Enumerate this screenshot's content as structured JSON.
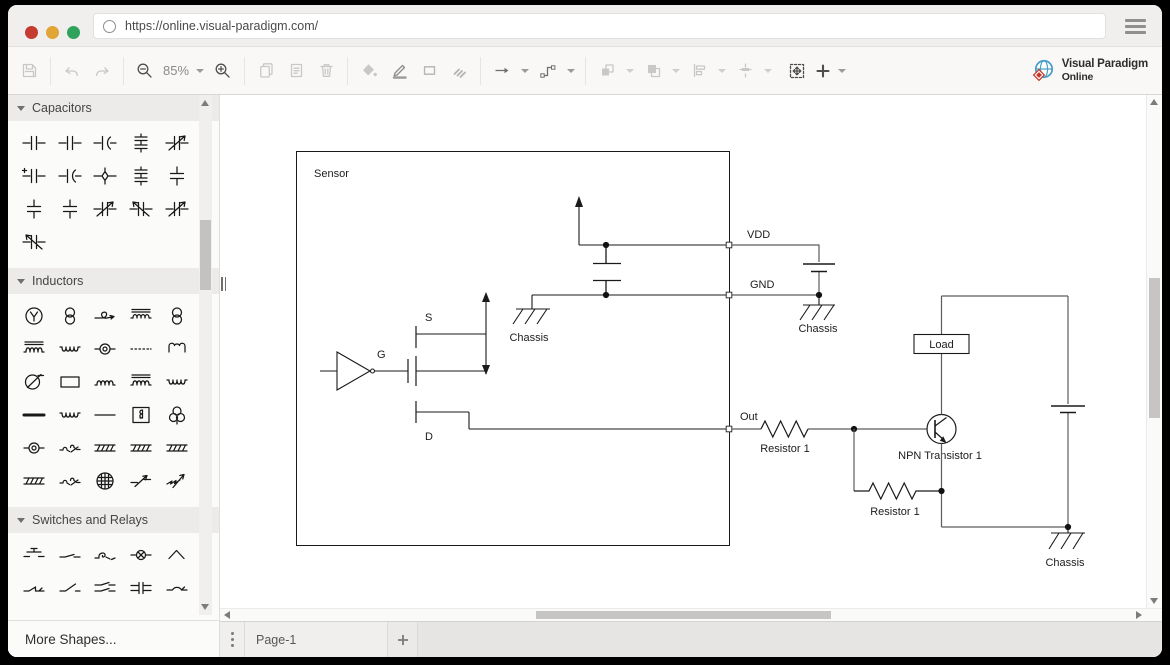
{
  "browser": {
    "url": "https://online.visual-paradigm.com/",
    "icons": {
      "reload": "circle-outline",
      "menu": "hamburger"
    }
  },
  "toolbar": {
    "zoom_level": "85%",
    "icons": {
      "save": "floppy",
      "undo": "curved-arrow-left",
      "redo": "curved-arrow-right",
      "zoom_out": "magnifier-minus",
      "zoom_in": "magnifier-plus",
      "copy": "pages",
      "paste": "clipboard",
      "delete": "trash",
      "fill_color": "paint-bucket",
      "line_color": "pencil",
      "shape_style": "rectangle",
      "format_painter": "brush",
      "arrow_style": "arrow-right",
      "connector_style": "elbow-connector",
      "bring_forward": "layer-front",
      "group": "layers",
      "align": "align-shapes",
      "distribute": "distribute-shapes",
      "fit_page": "dashed-selection-box",
      "add_shape": "plus"
    }
  },
  "logo": {
    "brand": "Visual Paradigm",
    "product": "Online"
  },
  "sidebar": {
    "more_shapes_label": "More Shapes...",
    "sections": [
      {
        "id": "capacitors",
        "title": "Capacitors",
        "shapes": [
          {
            "name": "capacitor-1",
            "glyph": "capH"
          },
          {
            "name": "capacitor-2",
            "glyph": "capH"
          },
          {
            "name": "capacitor-3",
            "glyph": "capHc"
          },
          {
            "name": "capacitor-4",
            "glyph": "capStack"
          },
          {
            "name": "capacitor-5",
            "glyph": "capVar"
          },
          {
            "name": "capacitor-6",
            "glyph": "capPol"
          },
          {
            "name": "capacitor-7",
            "glyph": "capHc"
          },
          {
            "name": "capacitor-8",
            "glyph": "capDot"
          },
          {
            "name": "capacitor-9",
            "glyph": "capStack"
          },
          {
            "name": "capacitor-10",
            "glyph": "capV"
          },
          {
            "name": "capacitor-11",
            "glyph": "capVs"
          },
          {
            "name": "capacitor-12",
            "glyph": "capVs"
          },
          {
            "name": "capacitor-13",
            "glyph": "capVar"
          },
          {
            "name": "capacitor-14",
            "glyph": "capVarL"
          },
          {
            "name": "capacitor-15",
            "glyph": "capVar"
          },
          {
            "name": "capacitor-16",
            "glyph": "capVarL"
          }
        ]
      },
      {
        "id": "inductors",
        "title": "Inductors",
        "shapes": [
          {
            "name": "inductor-1",
            "glyph": "indCircX"
          },
          {
            "name": "inductor-2",
            "glyph": "indTwoCirc"
          },
          {
            "name": "inductor-3",
            "glyph": "indLoopArr"
          },
          {
            "name": "inductor-4",
            "glyph": "indChoke"
          },
          {
            "name": "inductor-5",
            "glyph": "indTwoCirc"
          },
          {
            "name": "inductor-6",
            "glyph": "indCoilBars"
          },
          {
            "name": "inductor-7",
            "glyph": "indCoilU"
          },
          {
            "name": "inductor-8",
            "glyph": "indLens"
          },
          {
            "name": "inductor-9",
            "glyph": "indDots"
          },
          {
            "name": "inductor-10",
            "glyph": "indHalfLoop"
          },
          {
            "name": "inductor-11",
            "glyph": "indCircSlash"
          },
          {
            "name": "inductor-12",
            "glyph": "indRect"
          },
          {
            "name": "inductor-13",
            "glyph": "indCoil"
          },
          {
            "name": "inductor-14",
            "glyph": "indCoilBars"
          },
          {
            "name": "inductor-15",
            "glyph": "indCoilU"
          },
          {
            "name": "inductor-16",
            "glyph": "indThick"
          },
          {
            "name": "inductor-17",
            "glyph": "indCoilU"
          },
          {
            "name": "inductor-18",
            "glyph": "indLine"
          },
          {
            "name": "inductor-19",
            "glyph": "indBoxCoil"
          },
          {
            "name": "inductor-20",
            "glyph": "indTriCirc"
          },
          {
            "name": "inductor-21",
            "glyph": "indLens"
          },
          {
            "name": "inductor-22",
            "glyph": "indBrokenCoil"
          },
          {
            "name": "inductor-23",
            "glyph": "indBand"
          },
          {
            "name": "inductor-24",
            "glyph": "indBand"
          },
          {
            "name": "inductor-25",
            "glyph": "indBand"
          },
          {
            "name": "inductor-26",
            "glyph": "indBand"
          },
          {
            "name": "inductor-27",
            "glyph": "indBrokenCoil"
          },
          {
            "name": "inductor-28",
            "glyph": "indCircGrid"
          },
          {
            "name": "inductor-29",
            "glyph": "indSlashArr"
          },
          {
            "name": "inductor-30",
            "glyph": "indZigArr"
          }
        ]
      },
      {
        "id": "switches-and-relays",
        "title": "Switches and Relays",
        "shapes": [
          {
            "name": "switch-1",
            "glyph": "swPush"
          },
          {
            "name": "switch-2",
            "glyph": "swClosed"
          },
          {
            "name": "switch-3",
            "glyph": "swRotary"
          },
          {
            "name": "switch-4",
            "glyph": "swCross"
          },
          {
            "name": "switch-5",
            "glyph": "swUp"
          },
          {
            "name": "switch-6",
            "glyph": "swStep"
          },
          {
            "name": "switch-7",
            "glyph": "swOpen"
          },
          {
            "name": "switch-8",
            "glyph": "swDouble"
          },
          {
            "name": "switch-9",
            "glyph": "swBars"
          },
          {
            "name": "switch-10",
            "glyph": "swToggle"
          }
        ]
      }
    ]
  },
  "canvas": {
    "labels": {
      "sensor": "Sensor",
      "source": "S",
      "gate": "G",
      "drain": "D",
      "chassis_sensor": "Chassis",
      "vdd": "VDD",
      "gnd": "GND",
      "chassis_mid": "Chassis",
      "out": "Out",
      "resistor_top": "Resistor 1",
      "npn": "NPN Transistor 1",
      "resistor_bottom": "Resistor 1",
      "load": "Load",
      "chassis_bottom": "Chassis"
    }
  },
  "footer": {
    "page_tab_label": "Page-1",
    "add_page_label": "+"
  }
}
